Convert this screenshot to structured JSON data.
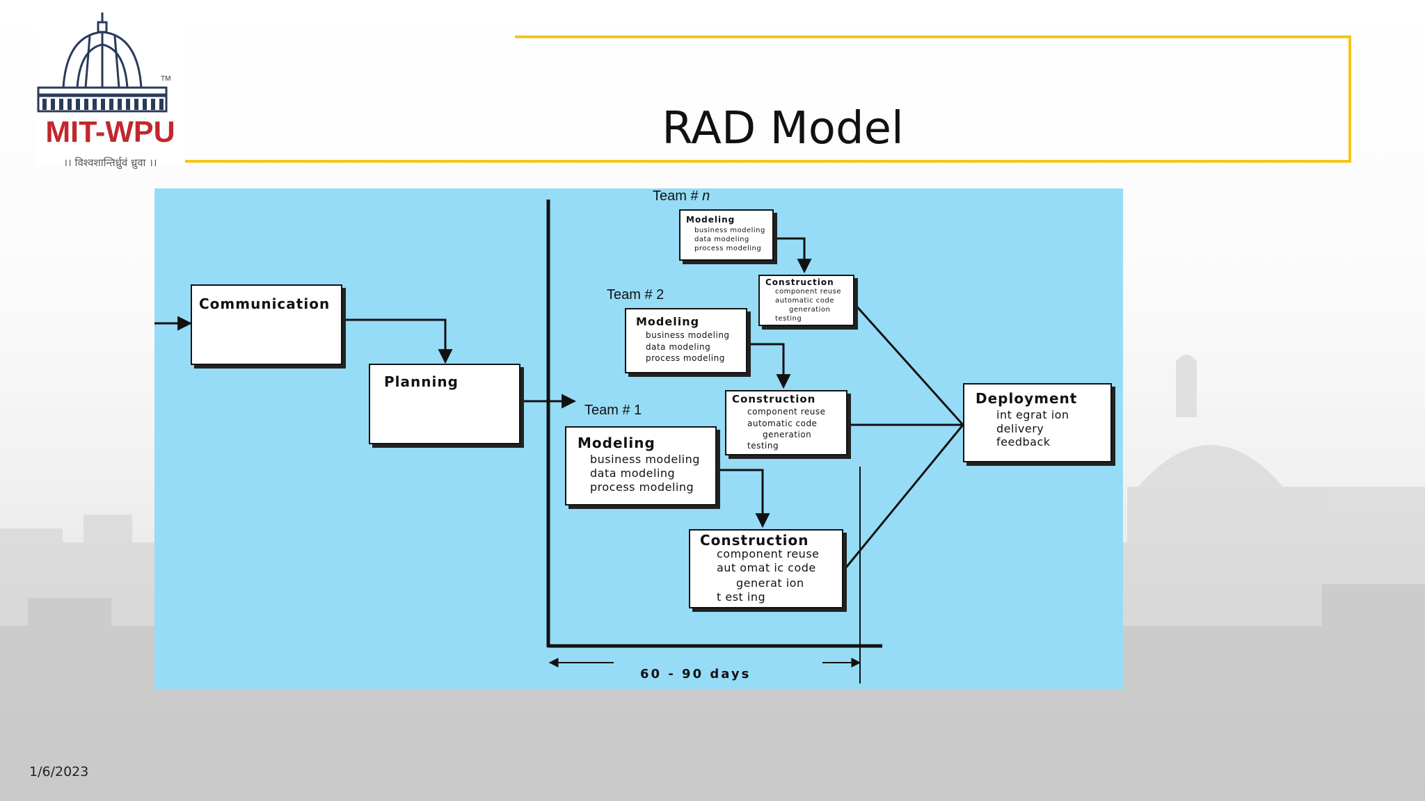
{
  "slide": {
    "title": "RAD Model",
    "date": "1/6/2023",
    "accent_color": "#f5c518"
  },
  "logo": {
    "name": "MIT-WPU",
    "trademark": "TM",
    "motto": "।। विश्वशान्तिर्ध्रुवं ध्रुवा ।।",
    "icon": "dome-icon",
    "brand_color": "#c2272d"
  },
  "diagram": {
    "background_color": "#96dcf6",
    "communication": {
      "title": "Communication"
    },
    "planning": {
      "title": "Planning"
    },
    "team_n": {
      "label_prefix": "Team # ",
      "label_suffix": "n",
      "modeling": {
        "title": "Modeling",
        "lines": [
          "business modeling",
          "data modeling",
          "process modeling"
        ]
      },
      "construction": {
        "title": "Construction",
        "lines": [
          "component reuse",
          "automatic code",
          "generation",
          "testing"
        ]
      }
    },
    "team_2": {
      "label": "Team # 2",
      "modeling": {
        "title": "Modeling",
        "lines": [
          "business modeling",
          "data modeling",
          "process modeling"
        ]
      },
      "construction": {
        "title": "Construction",
        "lines": [
          "component reuse",
          "automatic code",
          "generation",
          "testing"
        ]
      }
    },
    "team_1": {
      "label": "Team # 1",
      "modeling": {
        "title": "Modeling",
        "lines": [
          "business modeling",
          "data modeling",
          "process modeling"
        ]
      },
      "construction": {
        "title": "Construction",
        "lines": [
          "component reuse",
          "aut omat ic code",
          "generat ion",
          "t est ing"
        ]
      }
    },
    "deployment": {
      "title": "Deployment",
      "lines": [
        "int egrat ion",
        "delivery",
        "feedback"
      ]
    },
    "duration": "60 - 90 days"
  }
}
